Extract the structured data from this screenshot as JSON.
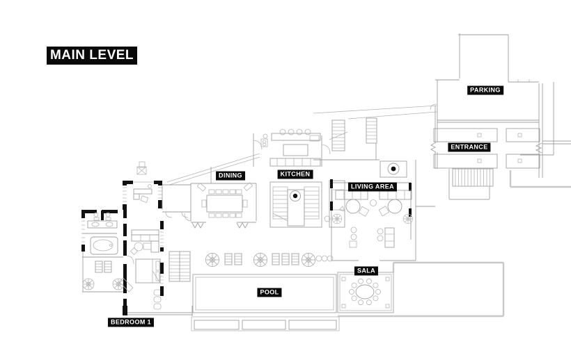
{
  "title": "MAIN LEVEL",
  "plan_type": "architectural floor plan",
  "colors": {
    "background": "#ffffff",
    "line": "#9f9f9f",
    "light_line": "#c8c8c8",
    "wall_poche": "#111111",
    "label_bg": "#0a0a0a",
    "label_fg": "#ffffff"
  },
  "labels": [
    {
      "id": "parking",
      "text": "PARKING"
    },
    {
      "id": "entrance",
      "text": "ENTRANCE"
    },
    {
      "id": "dining",
      "text": "DINING"
    },
    {
      "id": "kitchen",
      "text": "KITCHEN"
    },
    {
      "id": "living-area",
      "text": "LIVING AREA"
    },
    {
      "id": "sala",
      "text": "SALA"
    },
    {
      "id": "pool",
      "text": "POOL"
    },
    {
      "id": "bedroom-1",
      "text": "BEDROOM 1"
    }
  ]
}
